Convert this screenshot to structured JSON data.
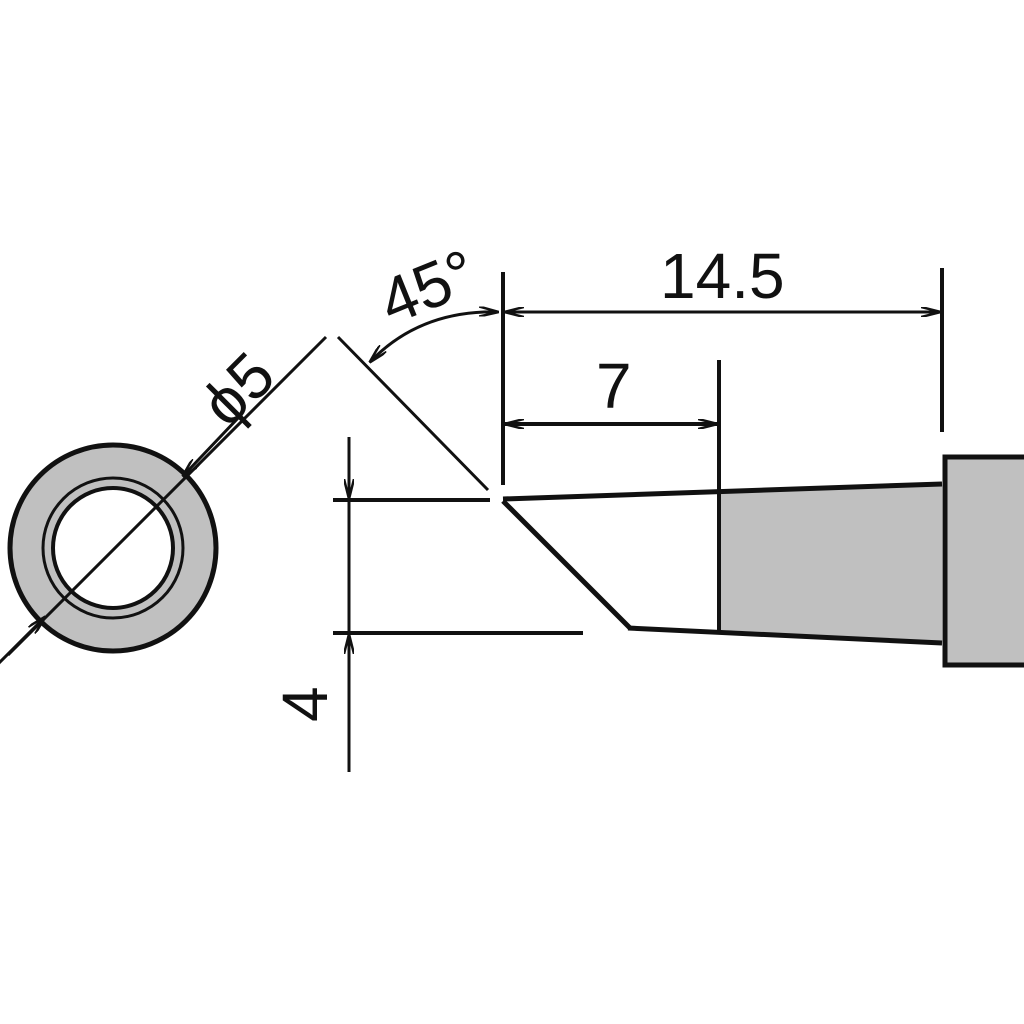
{
  "diagram": {
    "subject": "soldering tip dimension drawing",
    "colors": {
      "line": "#111111",
      "fill": "#c0c0c0",
      "background": "#ffffff"
    },
    "views": {
      "end_view": {
        "label": "end view (circular cross-section)"
      },
      "side_view": {
        "label": "side view (bevel tip)"
      }
    },
    "dimensions": {
      "diameter": {
        "label": "ϕ5",
        "value": 5,
        "unit": "mm"
      },
      "angle": {
        "label": "45°",
        "value": 45,
        "unit": "deg"
      },
      "total_length": {
        "label": "14.5",
        "value": 14.5,
        "unit": "mm"
      },
      "bevel_length": {
        "label": "7",
        "value": 7,
        "unit": "mm"
      },
      "bevel_height": {
        "label": "4",
        "value": 4,
        "unit": "mm"
      }
    }
  }
}
